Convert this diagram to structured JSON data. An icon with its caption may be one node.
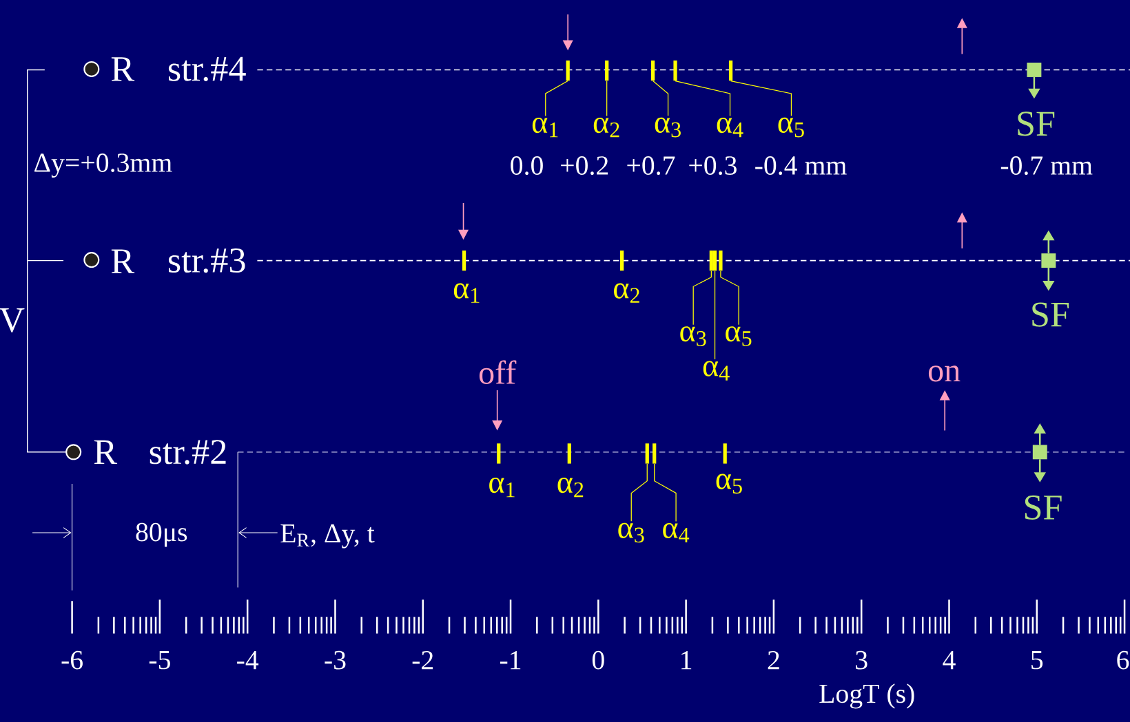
{
  "diagram": {
    "nodes": [
      {
        "text": [],
        "shape": "bar"
      },
      {
        "text": [],
        "shape": "bar"
      },
      {
        "text": [],
        "shape": "bar"
      },
      {
        "text": [],
        "shape": "bar"
      },
      {
        "text": [],
        "shape": "bar"
      },
      {
        "text": [
          "α$_{1}$"
        ]
      },
      {
        "text": [
          "α$_{2}$"
        ]
      },
      {
        "text": [
          "α$_{3}$"
        ]
      },
      {
        "text": [
          "α$_{4}$"
        ]
      },
      {
        "text": [
          "α$_{5}$"
        ]
      },
      {
        "text": [],
        "shape": "bar"
      },
      {
        "text": [],
        "shape": "bar"
      },
      {
        "text": [],
        "shape": "bar"
      },
      {
        "text": [],
        "shape": "bar"
      },
      {
        "text": [],
        "shape": "bar"
      },
      {
        "text": [
          "α$_{3}$"
        ]
      },
      {
        "text": [
          "α$_{5}$"
        ]
      },
      {
        "text": [
          "α$_{4}$"
        ]
      },
      {
        "text": [],
        "shape": "bar"
      },
      {
        "text": [],
        "shape": "bar"
      },
      {
        "text": [],
        "shape": "bar"
      },
      {
        "text": [],
        "shape": "bar"
      },
      {
        "text": [],
        "shape": "bar"
      },
      {
        "text": [
          "α$_{3}$"
        ]
      },
      {
        "text": [
          "α$_{4}$"
        ]
      }
    ],
    "edges": [
      {
        "from": 5,
        "to": 0,
        "arrow": "none"
      },
      {
        "from": 6,
        "to": 1,
        "arrow": "none"
      },
      {
        "from": 7,
        "to": 2,
        "arrow": "none"
      },
      {
        "from": 8,
        "to": 3,
        "arrow": "none"
      },
      {
        "from": 9,
        "to": 4,
        "arrow": "none"
      },
      {
        "from": 15,
        "to": 12,
        "arrow": "none"
      },
      {
        "from": 16,
        "to": 14,
        "arrow": "none"
      },
      {
        "from": 17,
        "to": 13,
        "arrow": "none"
      },
      {
        "from": 23,
        "to": 20,
        "arrow": "none"
      },
      {
        "from": 24,
        "to": 21,
        "arrow": "none"
      }
    ],
    "labels": [
      "R",
      "str.#4",
      "SF",
      "Δy=+0.3mm",
      "0.0",
      "+0.2",
      "+0.7",
      "+0.3",
      "-0.4 mm",
      "-0.7 mm",
      "R",
      "str.#3",
      "α$_{1}$",
      "α$_{2}$",
      "V",
      "SF",
      "off",
      "on",
      "R",
      "str.#2",
      "α$_{1}$",
      "α$_{2}$",
      "α$_{5}$",
      "SF",
      "80μs",
      "E$_{R}$, Δy, t",
      "-6",
      "-5",
      "-4",
      "-3",
      "-2",
      "-1",
      "0",
      "1",
      "2",
      "3",
      "4",
      "5",
      "6",
      "LogT (s)"
    ]
  }
}
